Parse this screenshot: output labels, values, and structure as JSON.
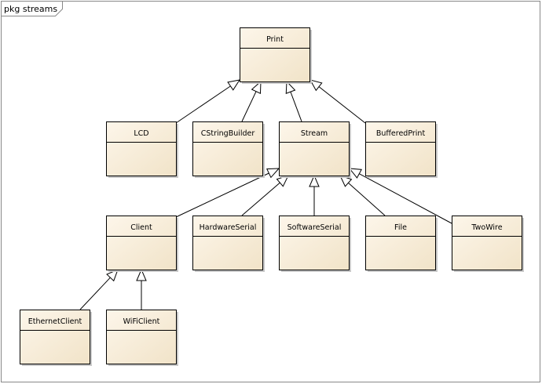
{
  "package": {
    "label": "pkg streams"
  },
  "classes": [
    {
      "id": "print",
      "name": "Print"
    },
    {
      "id": "lcd",
      "name": "LCD"
    },
    {
      "id": "cstringbuilder",
      "name": "CStringBuilder"
    },
    {
      "id": "stream",
      "name": "Stream"
    },
    {
      "id": "bufferedprint",
      "name": "BufferedPrint"
    },
    {
      "id": "client",
      "name": "Client"
    },
    {
      "id": "hardwareserial",
      "name": "HardwareSerial"
    },
    {
      "id": "softwareserial",
      "name": "SoftwareSerial"
    },
    {
      "id": "file",
      "name": "File"
    },
    {
      "id": "twowire",
      "name": "TwoWire"
    },
    {
      "id": "ethernetclient",
      "name": "EthernetClient"
    },
    {
      "id": "wificlient",
      "name": "WiFiClient"
    }
  ],
  "generalizations": [
    {
      "from": "lcd",
      "to": "print"
    },
    {
      "from": "cstringbuilder",
      "to": "print"
    },
    {
      "from": "stream",
      "to": "print"
    },
    {
      "from": "bufferedprint",
      "to": "print"
    },
    {
      "from": "client",
      "to": "stream"
    },
    {
      "from": "hardwareserial",
      "to": "stream"
    },
    {
      "from": "softwareserial",
      "to": "stream"
    },
    {
      "from": "file",
      "to": "stream"
    },
    {
      "from": "twowire",
      "to": "stream"
    },
    {
      "from": "ethernetclient",
      "to": "client"
    },
    {
      "from": "wificlient",
      "to": "client"
    }
  ],
  "colors": {
    "class_fill_top": "#fdf6ea",
    "class_fill_bottom": "#f1e3c8",
    "class_border": "#000000",
    "shadow": "#c9c9c9",
    "frame_border": "#888888",
    "edge": "#000000"
  }
}
